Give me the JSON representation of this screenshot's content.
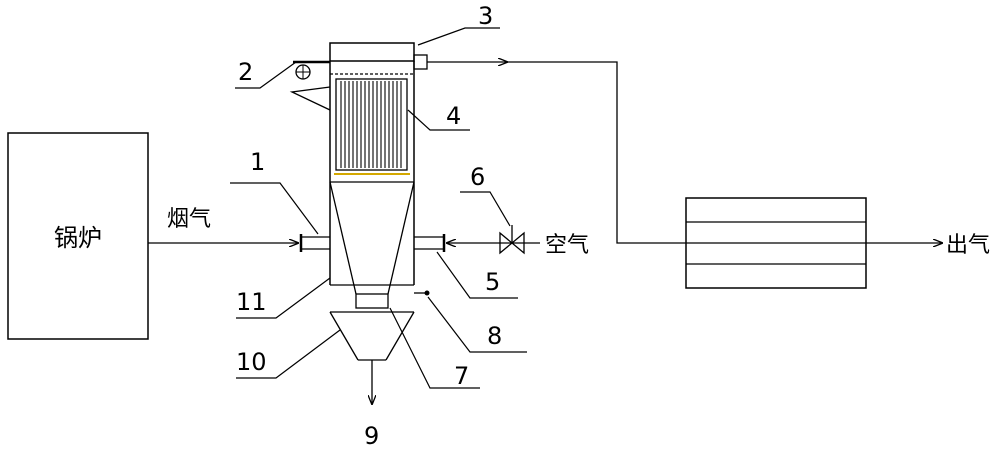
{
  "labels": {
    "boiler": "锅炉",
    "flue_gas": "烟气",
    "air": "空气",
    "outlet_gas": "出气"
  },
  "callouts": {
    "n1": "1",
    "n2": "2",
    "n3": "3",
    "n4": "4",
    "n5": "5",
    "n6": "6",
    "n7": "7",
    "n8": "8",
    "n9": "9",
    "n10": "10",
    "n11": "11"
  }
}
